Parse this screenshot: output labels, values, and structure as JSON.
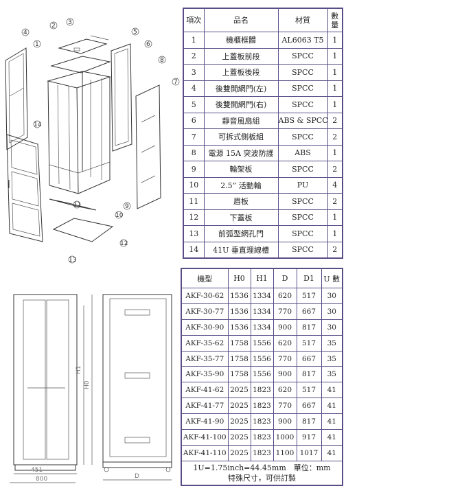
{
  "parts_table": {
    "headers": {
      "item": "項次",
      "name": "品名",
      "material": "材質",
      "qty": "數量"
    },
    "rows": [
      {
        "no": "1",
        "name": "機櫃框體",
        "material": "AL6063 T5",
        "qty": "1"
      },
      {
        "no": "2",
        "name": "上蓋板前段",
        "material": "SPCC",
        "qty": "1"
      },
      {
        "no": "3",
        "name": "上蓋板後段",
        "material": "SPCC",
        "qty": "1"
      },
      {
        "no": "4",
        "name": "後雙開網門(左)",
        "material": "SPCC",
        "qty": "1"
      },
      {
        "no": "5",
        "name": "後雙開網門(右)",
        "material": "SPCC",
        "qty": "1"
      },
      {
        "no": "6",
        "name": "靜音風扇組",
        "material": "ABS & SPCC",
        "qty": "2"
      },
      {
        "no": "7",
        "name": "可拆式側板組",
        "material": "SPCC",
        "qty": "2"
      },
      {
        "no": "8",
        "name": "電源 15A 突波防護",
        "material": "ABS",
        "qty": "1"
      },
      {
        "no": "9",
        "name": "輪架板",
        "material": "SPCC",
        "qty": "2"
      },
      {
        "no": "10",
        "name": "2.5” 活動輪",
        "material": "PU",
        "qty": "4"
      },
      {
        "no": "11",
        "name": "眉板",
        "material": "SPCC",
        "qty": "2"
      },
      {
        "no": "12",
        "name": "下蓋板",
        "material": "SPCC",
        "qty": "1"
      },
      {
        "no": "13",
        "name": "前弧型網孔門",
        "material": "SPCC",
        "qty": "1"
      },
      {
        "no": "14",
        "name": "41U 垂直理線槽",
        "material": "SPCC",
        "qty": "2"
      }
    ]
  },
  "models_table": {
    "headers": [
      "機型",
      "H0",
      "H1",
      "D",
      "D1",
      "U 數"
    ],
    "rows": [
      [
        "AKF-30-62",
        "1536",
        "1334",
        "620",
        "517",
        "30"
      ],
      [
        "AKF-30-77",
        "1536",
        "1334",
        "770",
        "667",
        "30"
      ],
      [
        "AKF-30-90",
        "1536",
        "1334",
        "900",
        "817",
        "30"
      ],
      [
        "AKF-35-62",
        "1758",
        "1556",
        "620",
        "517",
        "35"
      ],
      [
        "AKF-35-77",
        "1758",
        "1556",
        "770",
        "667",
        "35"
      ],
      [
        "AKF-35-90",
        "1758",
        "1556",
        "900",
        "817",
        "35"
      ],
      [
        "AKF-41-62",
        "2025",
        "1823",
        "620",
        "517",
        "41"
      ],
      [
        "AKF-41-77",
        "2025",
        "1823",
        "770",
        "667",
        "41"
      ],
      [
        "AKF-41-90",
        "2025",
        "1823",
        "900",
        "817",
        "41"
      ],
      [
        "AKF-41-100",
        "2025",
        "1823",
        "1000",
        "917",
        "41"
      ],
      [
        "AKF-41-110",
        "2025",
        "1823",
        "1100",
        "1017",
        "41"
      ]
    ],
    "note_line1": "1U=1.75inch=44.45mm　單位：mm",
    "note_line2": "特殊尺寸，可供訂製"
  },
  "exploded_view": {
    "callouts": [
      "1",
      "2",
      "3",
      "4",
      "5",
      "6",
      "7",
      "8",
      "9",
      "10",
      "11",
      "12",
      "13",
      "14"
    ]
  },
  "elevation_view": {
    "dims": {
      "width_inner": "451",
      "width_outer": "800",
      "depth": "D",
      "height_h1": "H1",
      "height_h0": "H0"
    }
  }
}
